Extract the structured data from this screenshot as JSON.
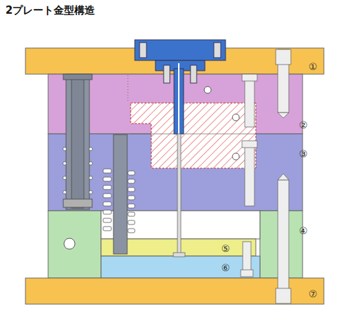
{
  "diagram": {
    "title": "2プレート金型構造",
    "labels": [
      "①",
      "②",
      "③",
      "④",
      "⑤",
      "⑥",
      "⑦"
    ]
  }
}
